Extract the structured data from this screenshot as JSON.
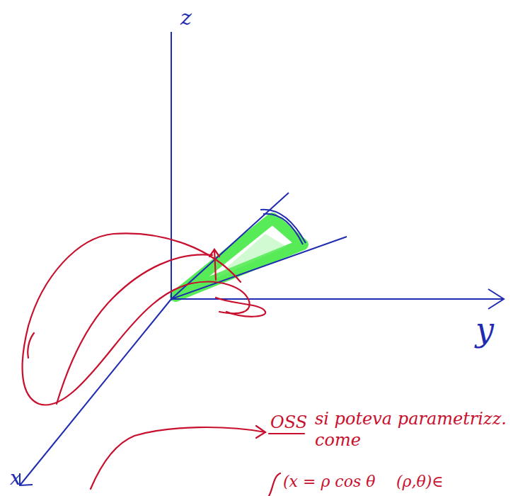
{
  "diagram": {
    "labels": [
      "z",
      "y",
      "x",
      "OSS",
      "si poteva parametrizz.",
      "come",
      "(x = ρ cos θ",
      "(ρ,θ)∈"
    ]
  }
}
